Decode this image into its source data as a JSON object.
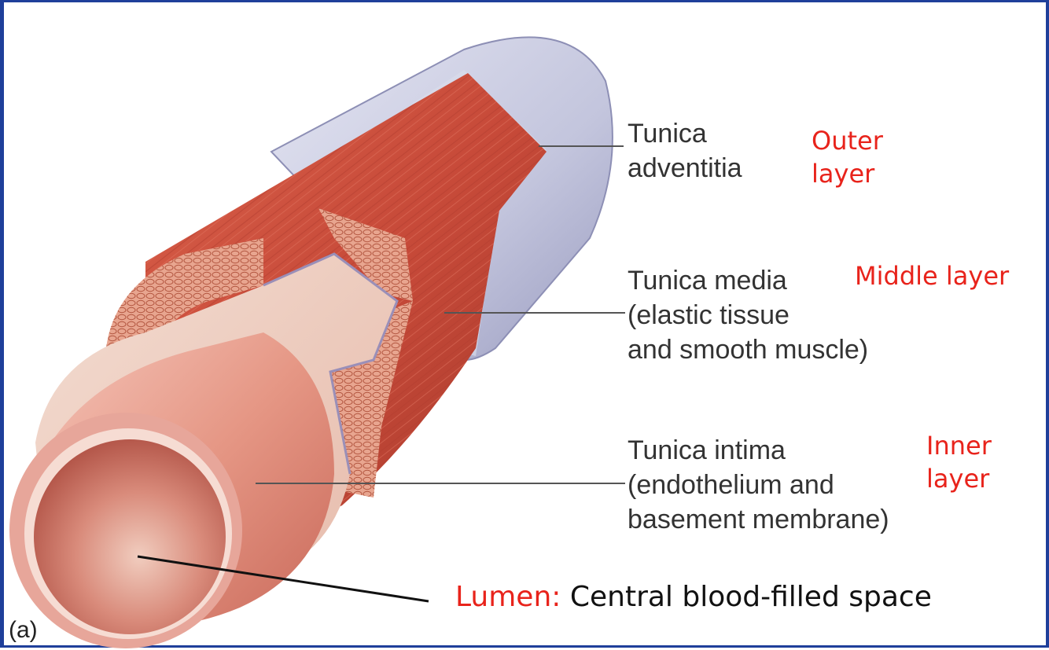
{
  "layers": [
    {
      "id": "adventitia",
      "label": "Tunica\nadventitia",
      "note": "Outer\nlayer"
    },
    {
      "id": "media",
      "label": "Tunica media\n(elastic tissue\nand smooth muscle)",
      "note": "Middle layer"
    },
    {
      "id": "intima",
      "label": "Tunica intima\n(endothelium and\nbasement membrane)",
      "note": "Inner\nlayer"
    }
  ],
  "lumen": {
    "key": "Lumen:",
    "description": " Central blood-filled space"
  },
  "panel_label": "(a)",
  "colors": {
    "frame": "#1f3f9a",
    "annotation": "#e8231b",
    "label_text": "#333333",
    "muscle": "#c9503f",
    "adventitia": "#c9cbe0",
    "intima": "#f0d6cc",
    "lumen_interior": "#c77468"
  }
}
